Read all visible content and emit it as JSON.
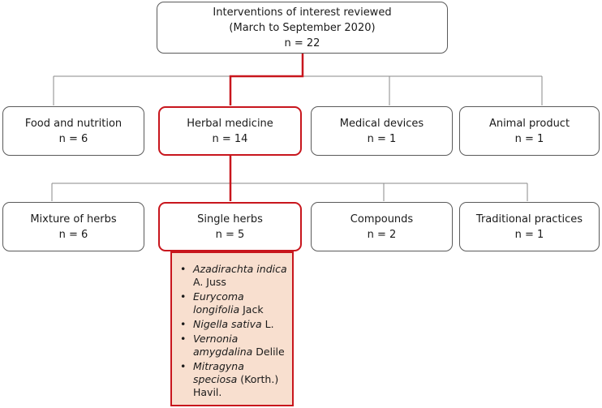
{
  "root": {
    "line1": "Interventions of interest reviewed",
    "line2": "(March to September 2020)",
    "count": "n = 22"
  },
  "categories": [
    {
      "label": "Food and nutrition",
      "count": "n = 6"
    },
    {
      "label": "Herbal medicine",
      "count": "n = 14"
    },
    {
      "label": "Medical devices",
      "count": "n = 1"
    },
    {
      "label": "Animal product",
      "count": "n = 1"
    }
  ],
  "subcategories": [
    {
      "label": "Mixture of herbs",
      "count": "n = 6"
    },
    {
      "label": "Single herbs",
      "count": "n = 5"
    },
    {
      "label": "Compounds",
      "count": "n = 2"
    },
    {
      "label": "Traditional practices",
      "count": "n = 1"
    }
  ],
  "species": [
    {
      "name": "Azadirachta indica",
      "authority": "A. Juss"
    },
    {
      "name": "Eurycoma longifolia",
      "authority": "Jack"
    },
    {
      "name": "Nigella sativa",
      "authority": "L."
    },
    {
      "name": "Vernonia amygdalina",
      "authority": "Delile"
    },
    {
      "name": "Mitragyna speciosa",
      "authority": "(Korth.) Havil."
    }
  ],
  "colors": {
    "highlight": "#c8161d",
    "connector": "#8a8a8a",
    "species_fill": "#f8dfcf"
  }
}
